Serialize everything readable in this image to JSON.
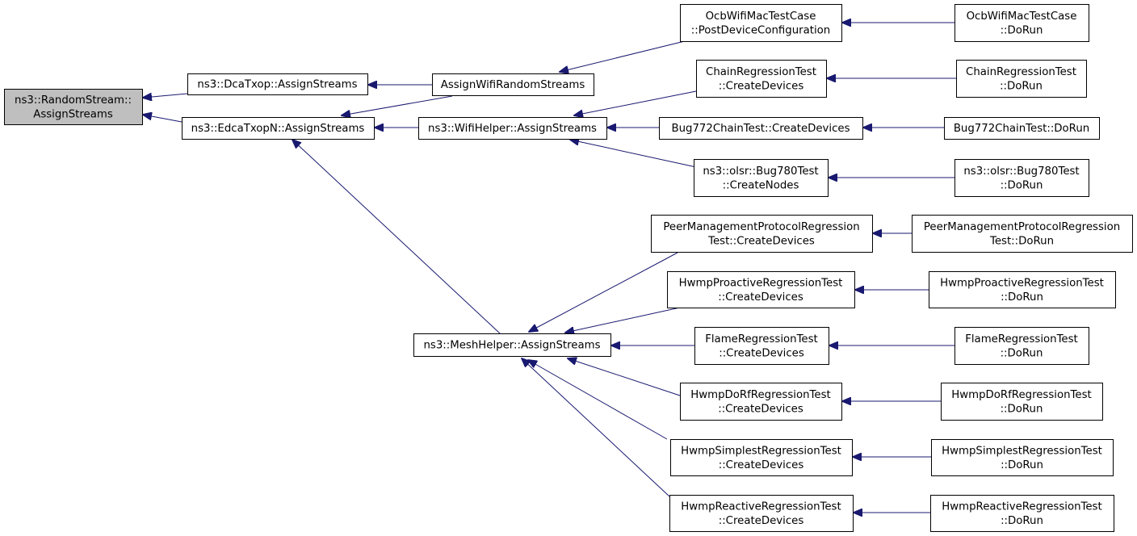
{
  "diagram": {
    "type": "doxygen-caller-graph",
    "colors": {
      "edge": "#191970",
      "node_border": "#000000",
      "node_fill": "#ffffff",
      "root_fill": "#bfbfbf"
    },
    "nodes": [
      {
        "id": "random_stream",
        "lines": [
          "ns3::RandomStream::",
          "AssignStreams"
        ],
        "root": true
      },
      {
        "id": "dca_txop",
        "lines": [
          "ns3::DcaTxop::AssignStreams"
        ]
      },
      {
        "id": "edca_txopn",
        "lines": [
          "ns3::EdcaTxopN::AssignStreams"
        ]
      },
      {
        "id": "assign_wifi_random",
        "lines": [
          "AssignWifiRandomStreams"
        ]
      },
      {
        "id": "wifi_helper",
        "lines": [
          "ns3::WifiHelper::AssignStreams"
        ]
      },
      {
        "id": "mesh_helper",
        "lines": [
          "ns3::MeshHelper::AssignStreams"
        ]
      },
      {
        "id": "ocb_post",
        "lines": [
          "OcbWifiMacTestCase",
          "::PostDeviceConfiguration"
        ]
      },
      {
        "id": "chain_create",
        "lines": [
          "ChainRegressionTest",
          "::CreateDevices"
        ]
      },
      {
        "id": "bug772_create",
        "lines": [
          "Bug772ChainTest::CreateDevices"
        ]
      },
      {
        "id": "olsr_create",
        "lines": [
          "ns3::olsr::Bug780Test",
          "::CreateNodes"
        ]
      },
      {
        "id": "peer_create",
        "lines": [
          "PeerManagementProtocolRegression",
          "Test::CreateDevices"
        ]
      },
      {
        "id": "proactive_create",
        "lines": [
          "HwmpProactiveRegressionTest",
          "::CreateDevices"
        ]
      },
      {
        "id": "flame_create",
        "lines": [
          "FlameRegressionTest",
          "::CreateDevices"
        ]
      },
      {
        "id": "dorf_create",
        "lines": [
          "HwmpDoRfRegressionTest",
          "::CreateDevices"
        ]
      },
      {
        "id": "simplest_create",
        "lines": [
          "HwmpSimplestRegressionTest",
          "::CreateDevices"
        ]
      },
      {
        "id": "reactive_create",
        "lines": [
          "HwmpReactiveRegressionTest",
          "::CreateDevices"
        ]
      },
      {
        "id": "ocb_run",
        "lines": [
          "OcbWifiMacTestCase",
          "::DoRun"
        ]
      },
      {
        "id": "chain_run",
        "lines": [
          "ChainRegressionTest",
          "::DoRun"
        ]
      },
      {
        "id": "bug772_run",
        "lines": [
          "Bug772ChainTest::DoRun"
        ]
      },
      {
        "id": "olsr_run",
        "lines": [
          "ns3::olsr::Bug780Test",
          "::DoRun"
        ]
      },
      {
        "id": "peer_run",
        "lines": [
          "PeerManagementProtocolRegression",
          "Test::DoRun"
        ]
      },
      {
        "id": "proactive_run",
        "lines": [
          "HwmpProactiveRegressionTest",
          "::DoRun"
        ]
      },
      {
        "id": "flame_run",
        "lines": [
          "FlameRegressionTest",
          "::DoRun"
        ]
      },
      {
        "id": "dorf_run",
        "lines": [
          "HwmpDoRfRegressionTest",
          "::DoRun"
        ]
      },
      {
        "id": "simplest_run",
        "lines": [
          "HwmpSimplestRegressionTest",
          "::DoRun"
        ]
      },
      {
        "id": "reactive_run",
        "lines": [
          "HwmpReactiveRegressionTest",
          "::DoRun"
        ]
      }
    ],
    "edges": [
      {
        "from": "dca_txop",
        "to": "random_stream"
      },
      {
        "from": "edca_txopn",
        "to": "random_stream"
      },
      {
        "from": "assign_wifi_random",
        "to": "dca_txop"
      },
      {
        "from": "assign_wifi_random",
        "to": "edca_txopn"
      },
      {
        "from": "wifi_helper",
        "to": "edca_txopn"
      },
      {
        "from": "mesh_helper",
        "to": "edca_txopn"
      },
      {
        "from": "ocb_post",
        "to": "assign_wifi_random"
      },
      {
        "from": "chain_create",
        "to": "wifi_helper"
      },
      {
        "from": "bug772_create",
        "to": "wifi_helper"
      },
      {
        "from": "olsr_create",
        "to": "wifi_helper"
      },
      {
        "from": "peer_create",
        "to": "mesh_helper"
      },
      {
        "from": "proactive_create",
        "to": "mesh_helper"
      },
      {
        "from": "flame_create",
        "to": "mesh_helper"
      },
      {
        "from": "dorf_create",
        "to": "mesh_helper"
      },
      {
        "from": "simplest_create",
        "to": "mesh_helper"
      },
      {
        "from": "reactive_create",
        "to": "mesh_helper"
      },
      {
        "from": "ocb_run",
        "to": "ocb_post"
      },
      {
        "from": "chain_run",
        "to": "chain_create"
      },
      {
        "from": "bug772_run",
        "to": "bug772_create"
      },
      {
        "from": "olsr_run",
        "to": "olsr_create"
      },
      {
        "from": "peer_run",
        "to": "peer_create"
      },
      {
        "from": "proactive_run",
        "to": "proactive_create"
      },
      {
        "from": "flame_run",
        "to": "flame_create"
      },
      {
        "from": "dorf_run",
        "to": "dorf_create"
      },
      {
        "from": "simplest_run",
        "to": "simplest_create"
      },
      {
        "from": "reactive_run",
        "to": "reactive_create"
      }
    ]
  }
}
